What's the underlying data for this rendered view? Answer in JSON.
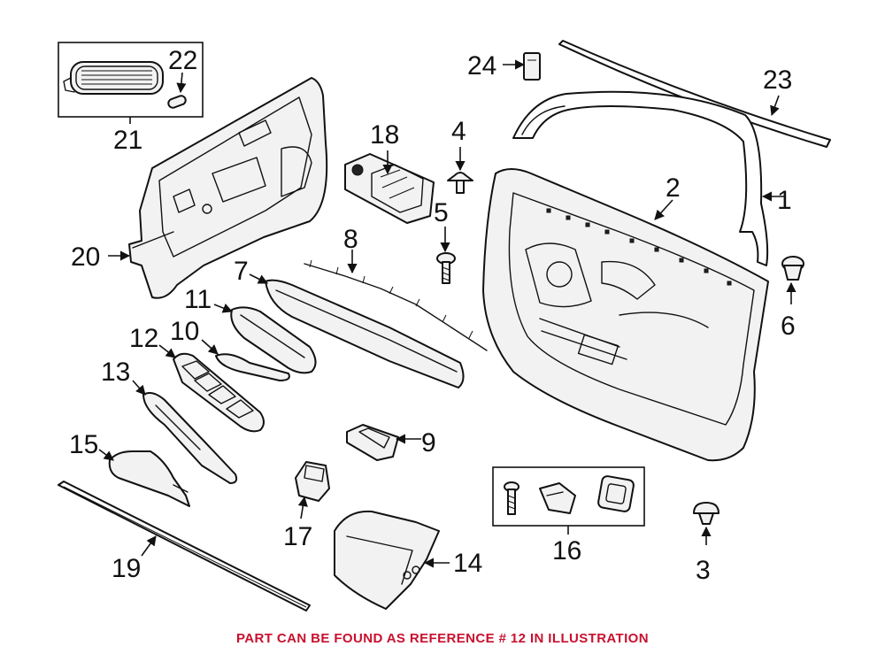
{
  "callouts": {
    "c1": "1",
    "c2": "2",
    "c3": "3",
    "c4": "4",
    "c5": "5",
    "c6": "6",
    "c7": "7",
    "c8": "8",
    "c9": "9",
    "c10": "10",
    "c11": "11",
    "c12": "12",
    "c13": "13",
    "c14": "14",
    "c15": "15",
    "c16": "16",
    "c17": "17",
    "c18": "18",
    "c19": "19",
    "c20": "20",
    "c21": "21",
    "c22": "22",
    "c23": "23",
    "c24": "24"
  },
  "footer": {
    "note": "PART CAN BE FOUND AS REFERENCE # 12 IN ILLUSTRATION",
    "color": "#c8102e"
  }
}
